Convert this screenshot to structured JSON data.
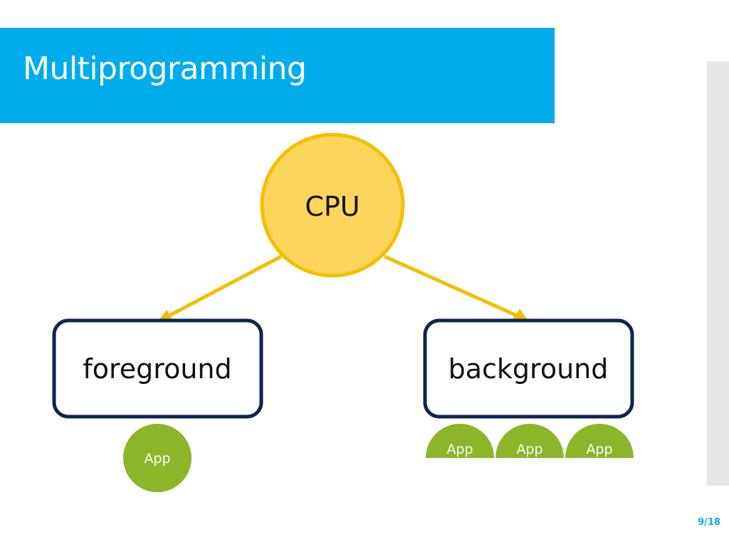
{
  "slide": {
    "title": "Multiprogramming",
    "page": "9/18"
  },
  "diagram": {
    "cpu_label": "CPU",
    "foreground_label": "foreground",
    "background_label": "background",
    "foreground_apps": [
      "App"
    ],
    "background_apps": [
      "App",
      "App",
      "App"
    ]
  },
  "colors": {
    "title_bar": "#00acec",
    "cpu_fill": "#fdd55c",
    "cpu_stroke": "#f6be00",
    "arrow": "#f6be00",
    "box_stroke": "#0f2454",
    "app_fill": "#8db52a",
    "side_panel": "#e6e6e6"
  }
}
